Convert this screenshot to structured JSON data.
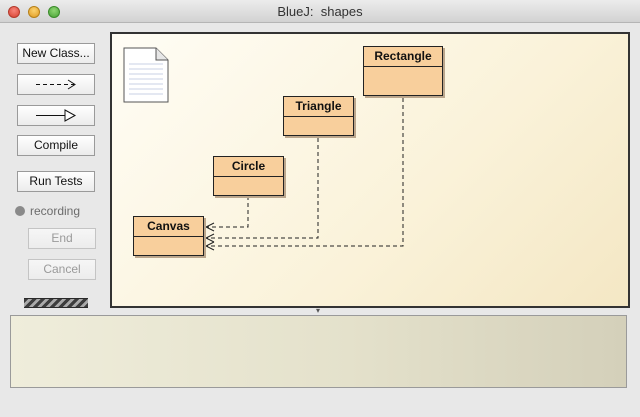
{
  "window": {
    "title": "BlueJ:  shapes"
  },
  "toolbar": {
    "new_class_label": "New Class...",
    "dependency_arrow_label": "",
    "inheritance_arrow_label": "",
    "compile_label": "Compile",
    "run_tests_label": "Run Tests",
    "recording_label": "recording",
    "end_label": "End",
    "cancel_label": "Cancel"
  },
  "diagram": {
    "classes": [
      {
        "name": "Rectangle"
      },
      {
        "name": "Triangle"
      },
      {
        "name": "Circle"
      },
      {
        "name": "Canvas"
      }
    ],
    "dependencies": [
      {
        "from": "Circle",
        "to": "Canvas"
      },
      {
        "from": "Triangle",
        "to": "Canvas"
      },
      {
        "from": "Rectangle",
        "to": "Canvas"
      }
    ]
  },
  "colors": {
    "class_fill": "#f8cf9c",
    "canvas_background": "#faf2d9",
    "terminal_background": "#e4e1cb"
  },
  "icons": {
    "readme": "document-icon",
    "dependency_arrow": "dashed-arrow-icon",
    "inheritance_arrow": "hollow-arrow-icon"
  }
}
